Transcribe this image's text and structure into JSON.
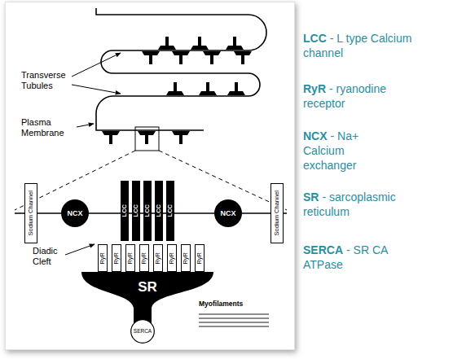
{
  "diagram": {
    "nodes": [
      {
        "text": [
          "Sodium Channel"
        ]
      },
      {
        "text": [
          "NCX"
        ]
      },
      {
        "text": [
          "LCC"
        ]
      },
      {
        "text": [
          "LCC"
        ]
      },
      {
        "text": [
          "LCC"
        ]
      },
      {
        "text": [
          "LCC"
        ]
      },
      {
        "text": [
          "LCC"
        ]
      },
      {
        "text": [
          "NCX"
        ]
      },
      {
        "text": [
          "Sodium Channel"
        ]
      },
      {
        "text": [
          "RyR"
        ]
      },
      {
        "text": [
          "RyR"
        ]
      },
      {
        "text": [
          "RyR"
        ]
      },
      {
        "text": [
          "RyR"
        ]
      },
      {
        "text": [
          "RyR"
        ]
      },
      {
        "text": [
          "RyR"
        ]
      },
      {
        "text": [
          "RyR"
        ]
      },
      {
        "text": [
          "RyR"
        ]
      },
      {
        "text": [
          "SR"
        ]
      },
      {
        "text": [
          "SERCA"
        ],
        "in": 17
      }
    ],
    "labels": [
      "Transverse Tubules",
      "Plasma Membrane",
      "Diadic Cleft",
      "Myofilaments",
      "LCC",
      "- L type Calcium channel",
      "RyR",
      "- ryanodine receptor",
      "NCX",
      "- Na+ Calcium exchanger",
      "SR",
      "- sarcoplasmic reticulum",
      "SERCA",
      "- SR CA ATPase"
    ]
  }
}
